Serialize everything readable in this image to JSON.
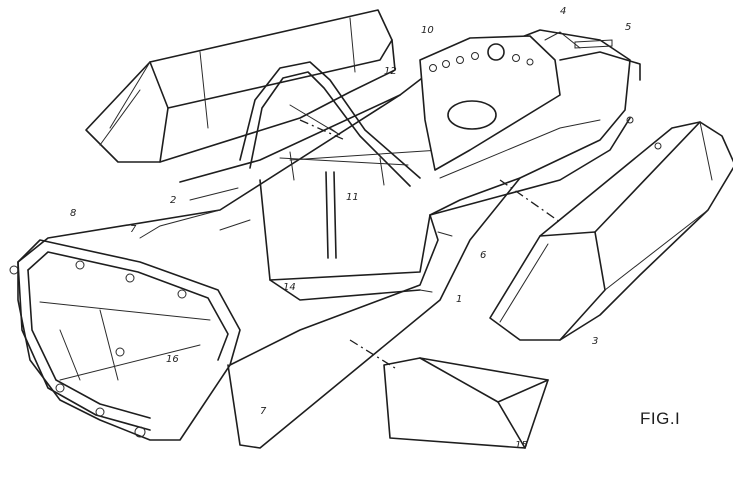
{
  "figure": {
    "caption": "FIG.I",
    "reference_numerals": {
      "n1": "1",
      "n2": "2",
      "n3": "3",
      "n4": "4",
      "n5": "5",
      "n6": "6",
      "n7a": "7",
      "n7b": "7",
      "n8": "8",
      "n10": "10",
      "n11": "11",
      "n12": "12",
      "n14": "14",
      "n15": "15",
      "n16": "16"
    }
  }
}
